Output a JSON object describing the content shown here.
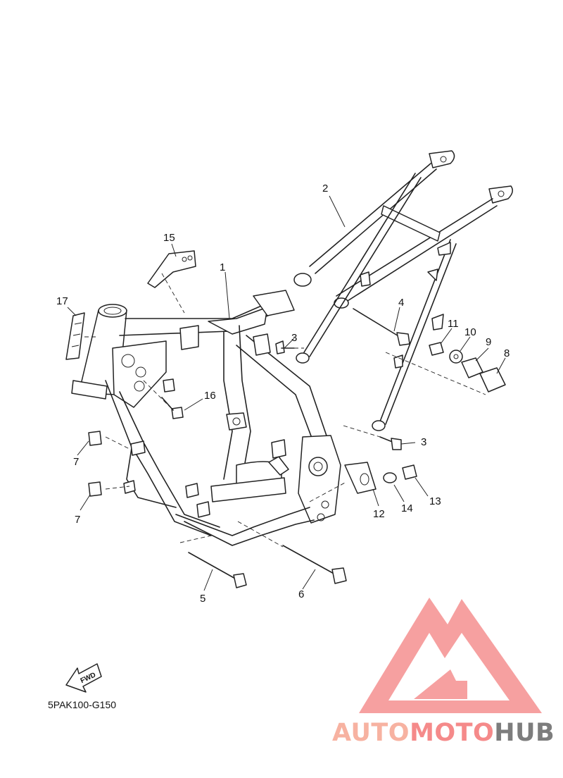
{
  "diagram": {
    "part_numbers": [
      "1",
      "2",
      "3",
      "3",
      "4",
      "5",
      "6",
      "7",
      "7",
      "8",
      "9",
      "10",
      "11",
      "12",
      "13",
      "14",
      "15",
      "16",
      "17"
    ],
    "fwd_label": "FWD",
    "diagram_code": "5PAK100-G150"
  },
  "watermark": {
    "part1": "AUTO",
    "part2": "MOTO",
    "part3": "HUB",
    "colors": {
      "auto": "#f7b2a1",
      "moto": "#f58a8a",
      "hub": "#7d7d7d",
      "logo": "#f48f8f"
    }
  }
}
